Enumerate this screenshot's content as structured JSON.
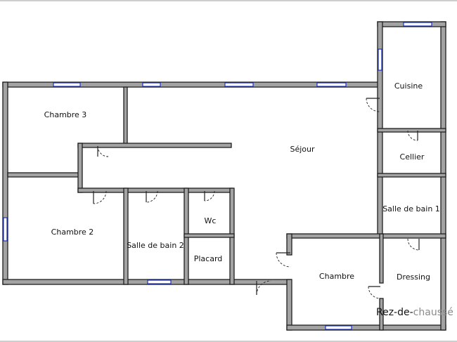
{
  "plan": {
    "caption_main": "Rez-de-",
    "caption_faded": "chaussé",
    "rooms": {
      "chambre3": "Chambre 3",
      "sejour": "Séjour",
      "cuisine": "Cuisine",
      "cellier": "Cellier",
      "chambre2": "Chambre 2",
      "sdb2": "Salle de bain 2",
      "wc": "Wc",
      "placard": "Placard",
      "sdb1": "Salle de bain 1",
      "chambre": "Chambre",
      "dressing": "Dressing"
    }
  },
  "colors": {
    "wall_fill": "#a3a3a3",
    "wall_outline": "#1f1f1f",
    "window": "#1c33c8",
    "background": "#ffffff"
  }
}
